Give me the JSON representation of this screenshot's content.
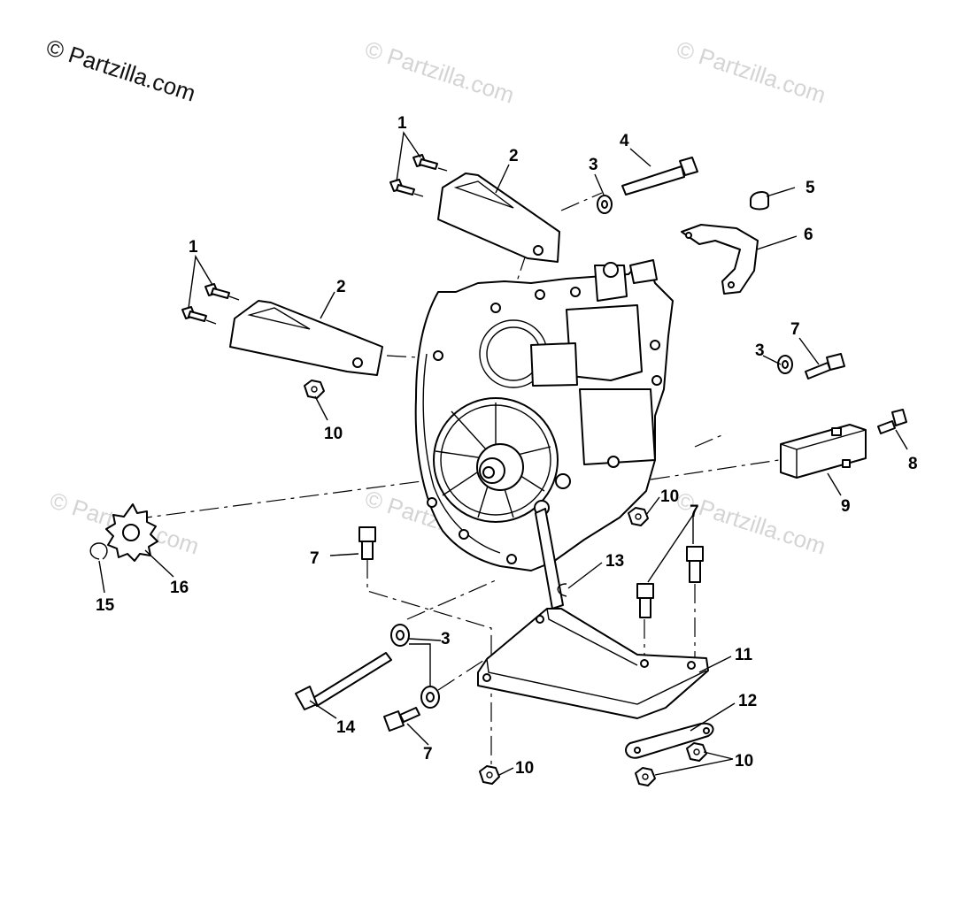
{
  "watermark": {
    "primary": "© Partzilla.com",
    "faint": "© Partzilla.com"
  },
  "callouts": {
    "c1a": "1",
    "c1b": "1",
    "c2a": "2",
    "c2b": "2",
    "c3a": "3",
    "c3b": "3",
    "c3c": "3",
    "c4": "4",
    "c5": "5",
    "c6": "6",
    "c7a": "7",
    "c7b": "7",
    "c7c": "7",
    "c7d": "7",
    "c8": "8",
    "c9": "9",
    "c10a": "10",
    "c10b": "10",
    "c10c": "10",
    "c10d": "10",
    "c11": "11",
    "c12": "12",
    "c13": "13",
    "c14": "14",
    "c15": "15",
    "c16": "16"
  },
  "colors": {
    "ink": "#000000",
    "paper": "#ffffff",
    "watermark_faint": "#d4d4d4"
  }
}
